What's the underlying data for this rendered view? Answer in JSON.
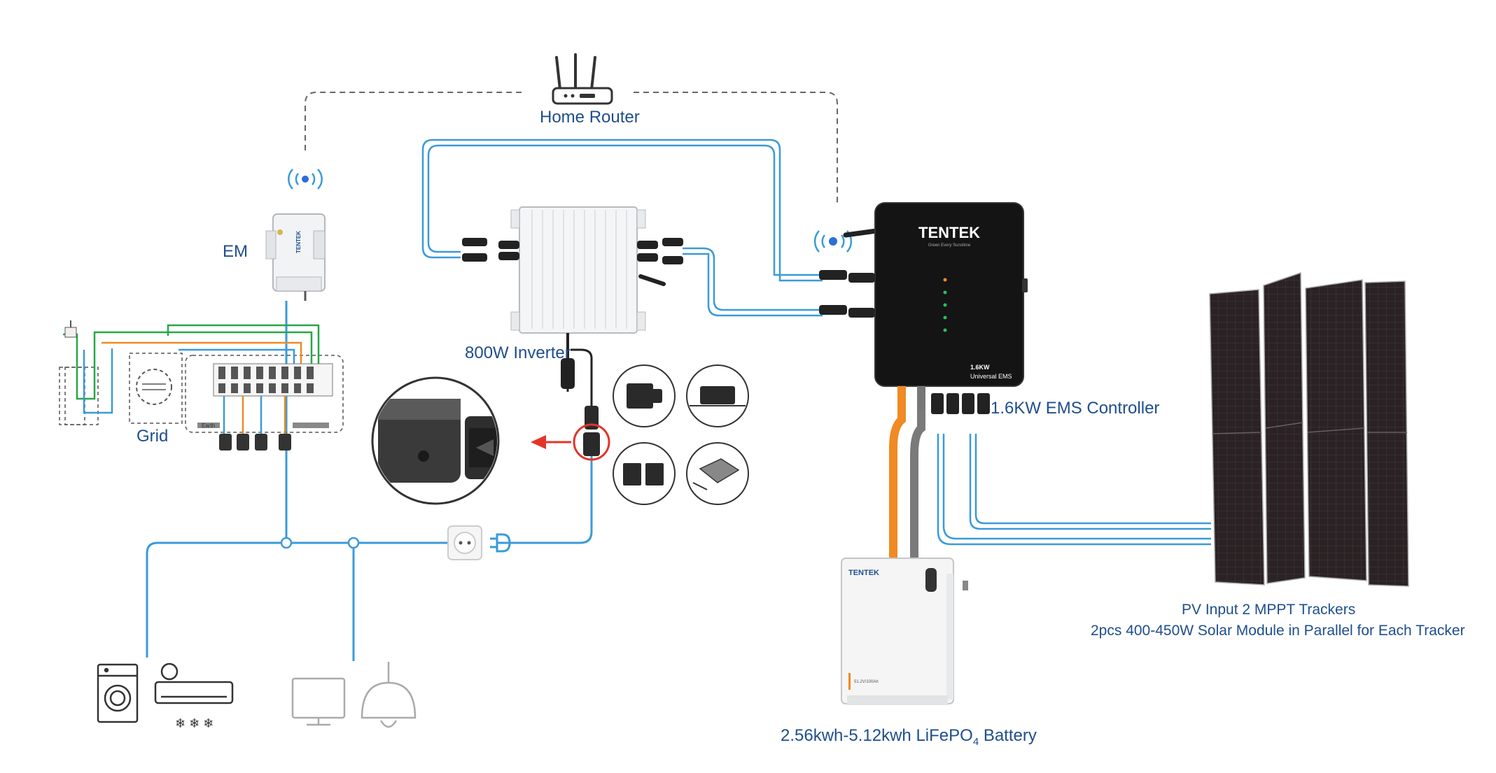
{
  "labels": {
    "home_router": "Home Router",
    "em": "EM",
    "grid": "Grid",
    "inverter": "800W Inverter",
    "ems_controller": "1.6KW EMS Controller",
    "pv_line1": "PV Input 2 MPPT Trackers",
    "pv_line2": "2pcs 400-450W Solar Module in Parallel for Each Tracker",
    "battery_prefix": "2.56kwh-5.12kwh LiFePO",
    "battery_sub": "4",
    "battery_suffix": " Battery"
  },
  "device_text": {
    "brand": "TENTEK",
    "tagline": "Green Every Sunshine",
    "ems_model": "1.6KW",
    "ems_subtitle": "Universal EMS",
    "em_brand": "TENTEK",
    "earth": "Earth",
    "battery_brand": "TENTEK",
    "battery_spec": "51.2V/100Ah"
  },
  "colors": {
    "label_blue": "#1f4e8c",
    "wire_blue": "#3a9ad9",
    "wire_orange": "#f08a24",
    "wire_gray": "#8a8a8a",
    "arrow_red": "#e4342a",
    "panel_dark": "#2a2224",
    "ems_body": "#141414",
    "dashed_line": "#666666"
  }
}
